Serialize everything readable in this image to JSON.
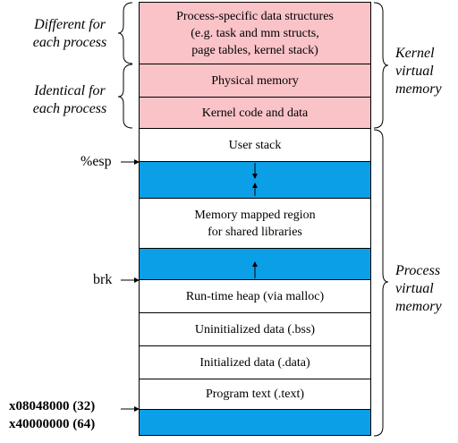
{
  "regions": {
    "kernel_specific": "Process-specific  data structures\n(e.g. task and mm structs,\npage tables, kernel stack)",
    "physical_memory": "Physical memory",
    "kernel_code": "Kernel code and data",
    "user_stack": "User stack",
    "mmap_region": "Memory mapped region\nfor shared libraries",
    "heap": "Run-time heap (via malloc)",
    "bss": "Uninitialized  data (.bss)",
    "data": "Initialized  data (.data)",
    "text": "Program text (.text)"
  },
  "labels": {
    "different": "Different for\neach process",
    "identical": "Identical for\neach process",
    "kernel_vm": "Kernel\nvirtual\nmemory",
    "process_vm": "Process\nvirtual\nmemory",
    "esp": "%esp",
    "brk": "brk",
    "addr32": "x08048000 (32)",
    "addr64": "x40000000 (64)"
  },
  "colors": {
    "kernel_fill": "#f9c3c8",
    "free_fill": "#0b9fe8"
  }
}
